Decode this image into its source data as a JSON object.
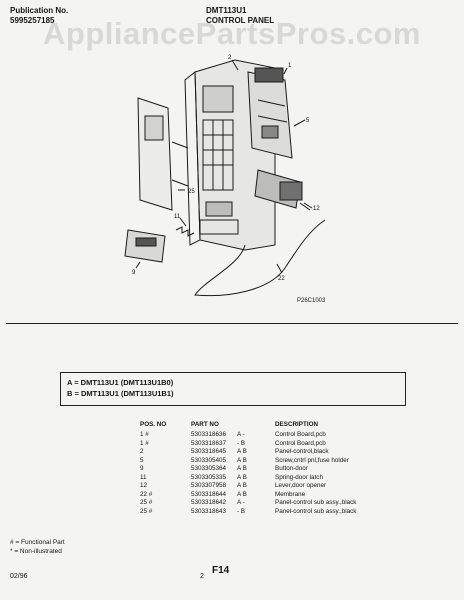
{
  "header": {
    "publication_label": "Publication No.",
    "publication_value": "5995257185",
    "model": "DMT113U1",
    "section": "CONTROL PANEL"
  },
  "watermark": "AppliancePartsPros.com",
  "diagram": {
    "figure_id": "P26C1003",
    "callouts": [
      "1",
      "2",
      "5",
      "9",
      "11",
      "12",
      "22",
      "25"
    ]
  },
  "legend": {
    "line_a": "A = DMT113U1 (DMT113U1B0)",
    "line_b": "B = DMT113U1 (DMT113U1B1)"
  },
  "parts_table": {
    "headers": [
      "POS. NO",
      "PART NO",
      "DESCRIPTION"
    ],
    "rows": [
      {
        "pos": "1 #",
        "part": "5303318636",
        "code": "A  -",
        "desc": "Control Board,pcb"
      },
      {
        "pos": "1 #",
        "part": "5303318637",
        "code": "-  B",
        "desc": "Control Board,pcb"
      },
      {
        "pos": "2",
        "part": "5303318645",
        "code": "A  B",
        "desc": "Panel-control,black"
      },
      {
        "pos": "5",
        "part": "5303305405",
        "code": "A  B",
        "desc": "Screw,cntrl pnl,fuse holder"
      },
      {
        "pos": "9",
        "part": "5303305364",
        "code": "A  B",
        "desc": "Button-door"
      },
      {
        "pos": "11",
        "part": "5303305335",
        "code": "A  B",
        "desc": "Spring-door latch"
      },
      {
        "pos": "12",
        "part": "5303307958",
        "code": "A  B",
        "desc": "Lever,door opener"
      },
      {
        "pos": "22 #",
        "part": "5303318644",
        "code": "A  B",
        "desc": "Membrane"
      },
      {
        "pos": "25 #",
        "part": "5303318642",
        "code": "A  -",
        "desc": "Panel-control sub assy.,black"
      },
      {
        "pos": "25 #",
        "part": "5303318643",
        "code": "-  B",
        "desc": "Panel-control sub assy.,black"
      }
    ]
  },
  "footnotes": {
    "functional": "# = Functional Part",
    "non_illustrated": "* = Non-illustrated"
  },
  "footer": {
    "date": "02/96",
    "page_number": "2",
    "page_code": "F14"
  }
}
